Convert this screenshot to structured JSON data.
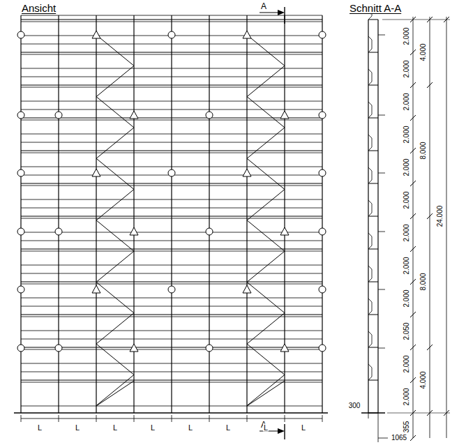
{
  "diagram": {
    "labels": [
      "Ansicht",
      "Schnitt A-A",
      "A",
      "A",
      "L",
      "L",
      "L",
      "L",
      "L",
      "L",
      "L",
      "L",
      "2.000",
      "2.000",
      "2.000",
      "2.000",
      "2.000",
      "2.000",
      "2.000",
      "2.000",
      "2.000",
      "2.050",
      "2.000",
      "2.000",
      "355",
      "4.000",
      "8.000",
      "8.000",
      "4.000",
      "24.000",
      "300",
      "1065"
    ]
  }
}
